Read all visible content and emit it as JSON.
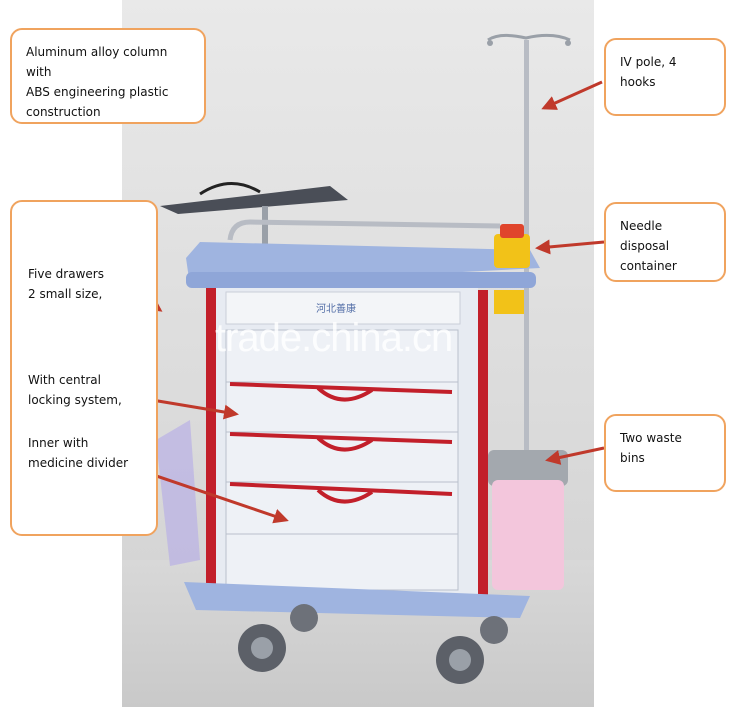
{
  "callouts": {
    "column": "Aluminum alloy column with\nABS engineering plastic\nconstruction",
    "drawers": "Five drawers\n2 small size,",
    "locking": "With central\nlocking system,",
    "divider": "Inner with\nmedicine divider",
    "iv_pole": "IV pole, 4 hooks",
    "needle": "Needle  disposal\ncontainer",
    "waste": "Two waste bins"
  },
  "cart_label": "河北善康",
  "watermark": "trade.china.cn",
  "colors": {
    "frame_blue": "#9fb4e0",
    "accent_red": "#c21f2a",
    "callout_border": "#f0a35e",
    "arrow": "#c0392b",
    "bin_pink": "#f3c6dc"
  }
}
